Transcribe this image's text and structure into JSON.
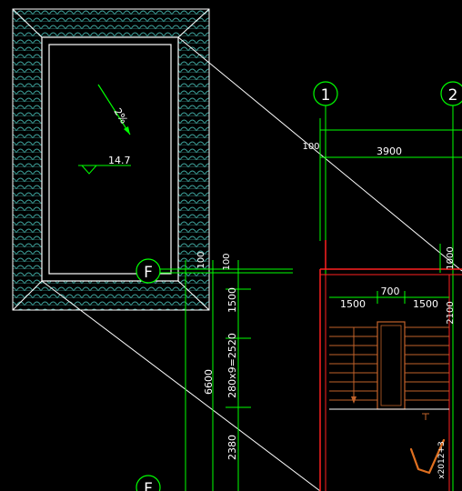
{
  "grid_axes": {
    "axis_1": "1",
    "axis_2": "2",
    "axis_f_top": "F",
    "axis_f_bottom": "F"
  },
  "dimensions": {
    "top_offset": "100",
    "bay_width": "3900",
    "wall_offset_left": "100",
    "wall_offset_vertical": "100",
    "wall_offset_right": "1000",
    "stair_left_span": "1500",
    "stair_well": "700",
    "stair_right_span": "1500",
    "right_vertical": "2100",
    "landing_top": "1500",
    "flight_length": "280x9=2520",
    "landing_bottom": "2380",
    "total_depth": "6600",
    "side_label": "x2012+3"
  },
  "annotations": {
    "slope": "2%",
    "elevation": "14.7"
  },
  "colors": {
    "background": "#000000",
    "line_white": "#ffffff",
    "dim_green": "#00ff00",
    "wall_red": "#ff2020",
    "stair_orange": "#c0622a",
    "tile_cyan": "#3fa7a0"
  }
}
